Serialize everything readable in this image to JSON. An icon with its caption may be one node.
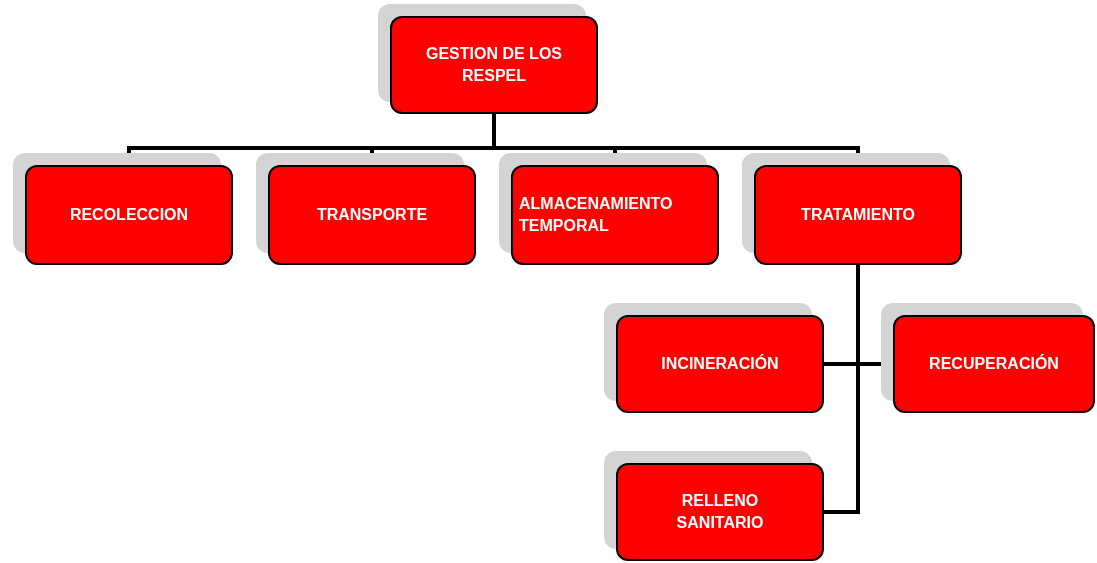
{
  "diagram": {
    "nodes": [
      {
        "text": [
          "GESTION DE LOS RESPEL"
        ]
      },
      {
        "text": [
          "RECOLECCION"
        ]
      },
      {
        "text": [
          "TRANSPORTE"
        ]
      },
      {
        "text": [
          "ALMACENAMIENTO TEMPORAL"
        ]
      },
      {
        "text": [
          "TRATAMIENTO"
        ]
      },
      {
        "text": [
          "INCINERACIÓN"
        ]
      },
      {
        "text": [
          "RECUPERACIÓN"
        ]
      },
      {
        "text": [
          "RELLENO SANITARIO"
        ]
      }
    ],
    "edges": [
      {
        "from": 0,
        "to": 1,
        "arrow": "none"
      },
      {
        "from": 0,
        "to": 2,
        "arrow": "none"
      },
      {
        "from": 0,
        "to": 3,
        "arrow": "none"
      },
      {
        "from": 0,
        "to": 4,
        "arrow": "none"
      },
      {
        "from": 4,
        "to": 5,
        "arrow": "none"
      },
      {
        "from": 4,
        "to": 6,
        "arrow": "none"
      },
      {
        "from": 4,
        "to": 7,
        "arrow": "none"
      }
    ]
  }
}
